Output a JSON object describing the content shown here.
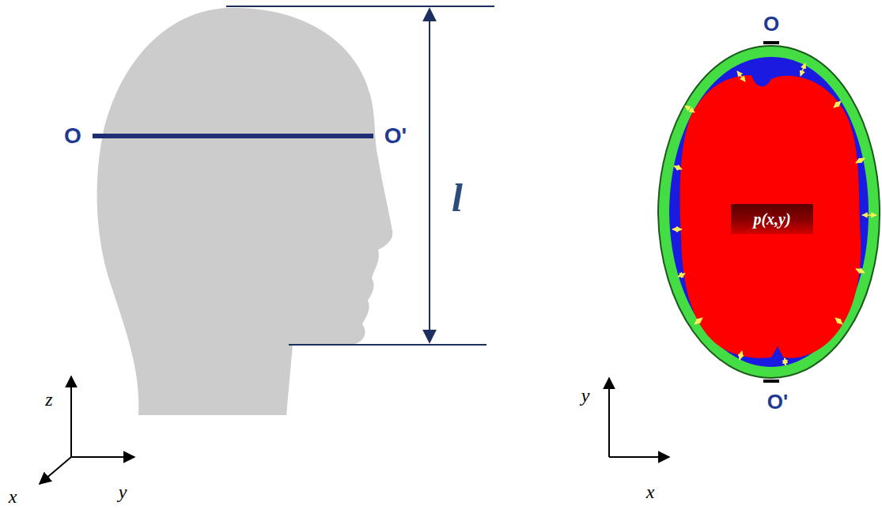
{
  "diagram": {
    "nodes": [
      {
        "text": [
          "p(x,y)"
        ]
      }
    ],
    "labels": [
      "O",
      "O'",
      "l",
      "z",
      "y",
      "x",
      "O",
      "O'",
      "y",
      "x"
    ]
  }
}
